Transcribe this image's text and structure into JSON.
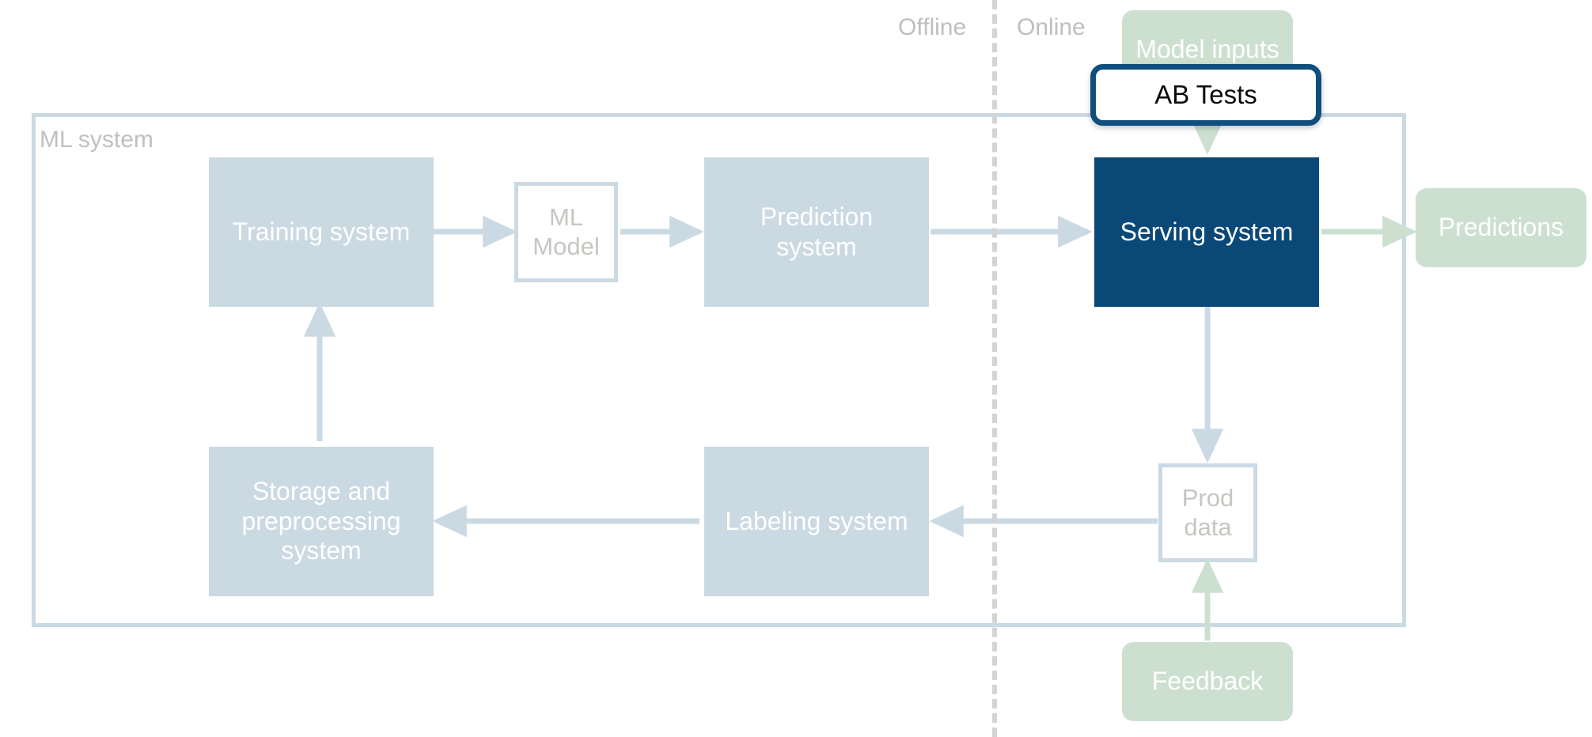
{
  "diagram": {
    "title": "ML system architecture with AB Tests callout",
    "colors": {
      "box_fill": "#cbd9e3",
      "box_outline_border": "#cbd9e3",
      "navy": "#0a4878",
      "green": "#cde0d0",
      "callout_border": "#0f4e7d",
      "label_gray": "#bfbfbf",
      "divider_gray": "#d4d4d4",
      "background": "#ffffff"
    },
    "phase_labels": {
      "offline": "Offline",
      "online": "Online"
    },
    "container": {
      "label": "ML system"
    },
    "nodes": [
      {
        "id": "training-system",
        "label": "Training system",
        "style": "fill"
      },
      {
        "id": "ml-model",
        "label": "ML\nModel",
        "style": "outline"
      },
      {
        "id": "prediction-system",
        "label": "Prediction\nsystem",
        "style": "fill"
      },
      {
        "id": "serving-system",
        "label": "Serving system",
        "style": "navy"
      },
      {
        "id": "storage-system",
        "label": "Storage and\npreprocessing\nsystem",
        "style": "fill"
      },
      {
        "id": "labeling-system",
        "label": "Labeling system",
        "style": "fill"
      },
      {
        "id": "prod-data",
        "label": "Prod\ndata",
        "style": "outline"
      },
      {
        "id": "model-inputs",
        "label": "Model inputs",
        "style": "green"
      },
      {
        "id": "predictions",
        "label": "Predictions",
        "style": "green"
      },
      {
        "id": "feedback",
        "label": "Feedback",
        "style": "green"
      },
      {
        "id": "ab-tests",
        "label": "AB Tests",
        "style": "callout"
      }
    ],
    "edges": [
      {
        "from": "training-system",
        "to": "ml-model",
        "color": "#cbd9e3",
        "direction": "right"
      },
      {
        "from": "ml-model",
        "to": "prediction-system",
        "color": "#cbd9e3",
        "direction": "right"
      },
      {
        "from": "prediction-system",
        "to": "serving-system",
        "color": "#cbd9e3",
        "direction": "right"
      },
      {
        "from": "serving-system",
        "to": "predictions",
        "color": "#cde0d0",
        "direction": "right"
      },
      {
        "from": "model-inputs",
        "to": "serving-system",
        "color": "#cde0d0",
        "direction": "down"
      },
      {
        "from": "serving-system",
        "to": "prod-data",
        "color": "#cbd9e3",
        "direction": "down"
      },
      {
        "from": "prod-data",
        "to": "labeling-system",
        "color": "#cbd9e3",
        "direction": "left"
      },
      {
        "from": "labeling-system",
        "to": "storage-system",
        "color": "#cbd9e3",
        "direction": "left"
      },
      {
        "from": "storage-system",
        "to": "training-system",
        "color": "#cbd9e3",
        "direction": "up"
      },
      {
        "from": "feedback",
        "to": "prod-data",
        "color": "#cde0d0",
        "direction": "up"
      }
    ]
  },
  "labels": {
    "offline": "Offline",
    "online": "Online",
    "ml_system": "ML system",
    "training_system": "Training system",
    "ml_model_line1": "ML",
    "ml_model_line2": "Model",
    "prediction_system_line1": "Prediction",
    "prediction_system_line2": "system",
    "serving_system": "Serving system",
    "storage_line1": "Storage and",
    "storage_line2": "preprocessing",
    "storage_line3": "system",
    "labeling_system": "Labeling system",
    "prod_data_line1": "Prod",
    "prod_data_line2": "data",
    "model_inputs": "Model inputs",
    "predictions": "Predictions",
    "feedback": "Feedback",
    "ab_tests": "AB Tests"
  }
}
